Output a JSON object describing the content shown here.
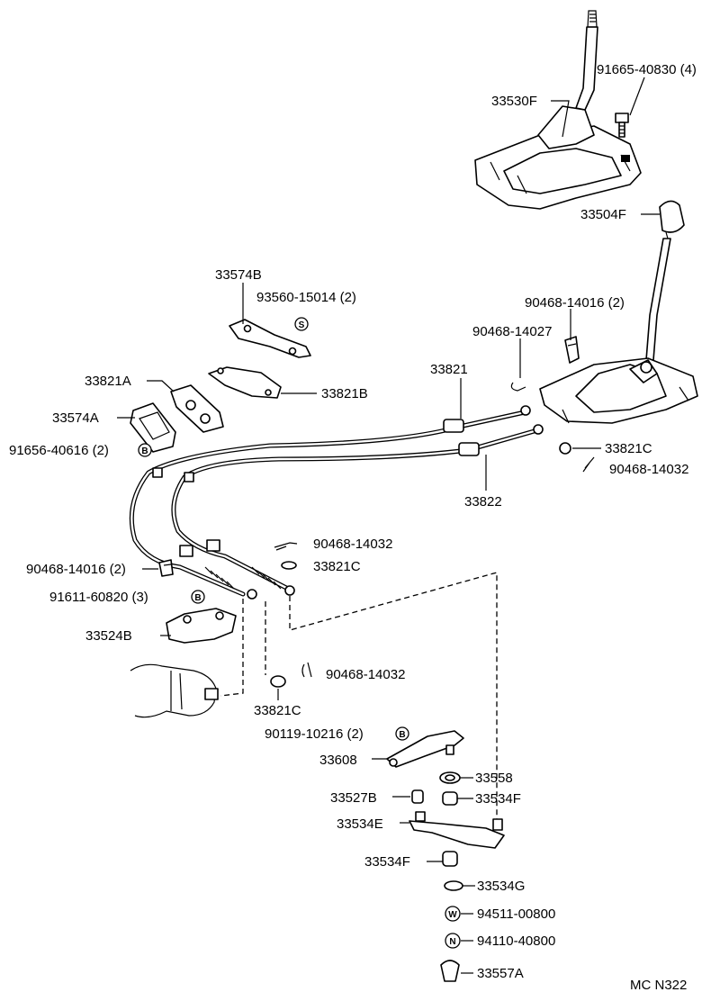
{
  "labels": {
    "l_91665_40830": "91665-40830 (4)",
    "l_33530F": "33530F",
    "l_33504F": "33504F",
    "l_33574B": "33574B",
    "l_93560_15014": "93560-15014 (2)",
    "l_90468_14016_2_top": "90468-14016 (2)",
    "l_90468_14027": "90468-14027",
    "l_33821A": "33821A",
    "l_33821B": "33821B",
    "l_33821": "33821",
    "l_33574A": "33574A",
    "l_91656_40616": "91656-40616 (2)",
    "l_33821C_right": "33821C",
    "l_90468_14032_right": "90468-14032",
    "l_33822": "33822",
    "l_90468_14032_mid": "90468-14032",
    "l_33821C_mid": "33821C",
    "l_90468_14016_2_left": "90468-14016 (2)",
    "l_91611_60820": "91611-60820 (3)",
    "l_33524B": "33524B",
    "l_90468_14032_low": "90468-14032",
    "l_33821C_low": "33821C",
    "l_90119_10216": "90119-10216 (2)",
    "l_33608": "33608",
    "l_33558": "33558",
    "l_33527B": "33527B",
    "l_33534F_a": "33534F",
    "l_33534E": "33534E",
    "l_33534F_b": "33534F",
    "l_33534G": "33534G",
    "l_94511_00800": "94511-00800",
    "l_94110_40800": "94110-40800",
    "l_33557A": "33557A",
    "footer_code": "MC N322"
  },
  "symbols": {
    "s": "S",
    "b": "B",
    "w": "W",
    "n": "N"
  }
}
